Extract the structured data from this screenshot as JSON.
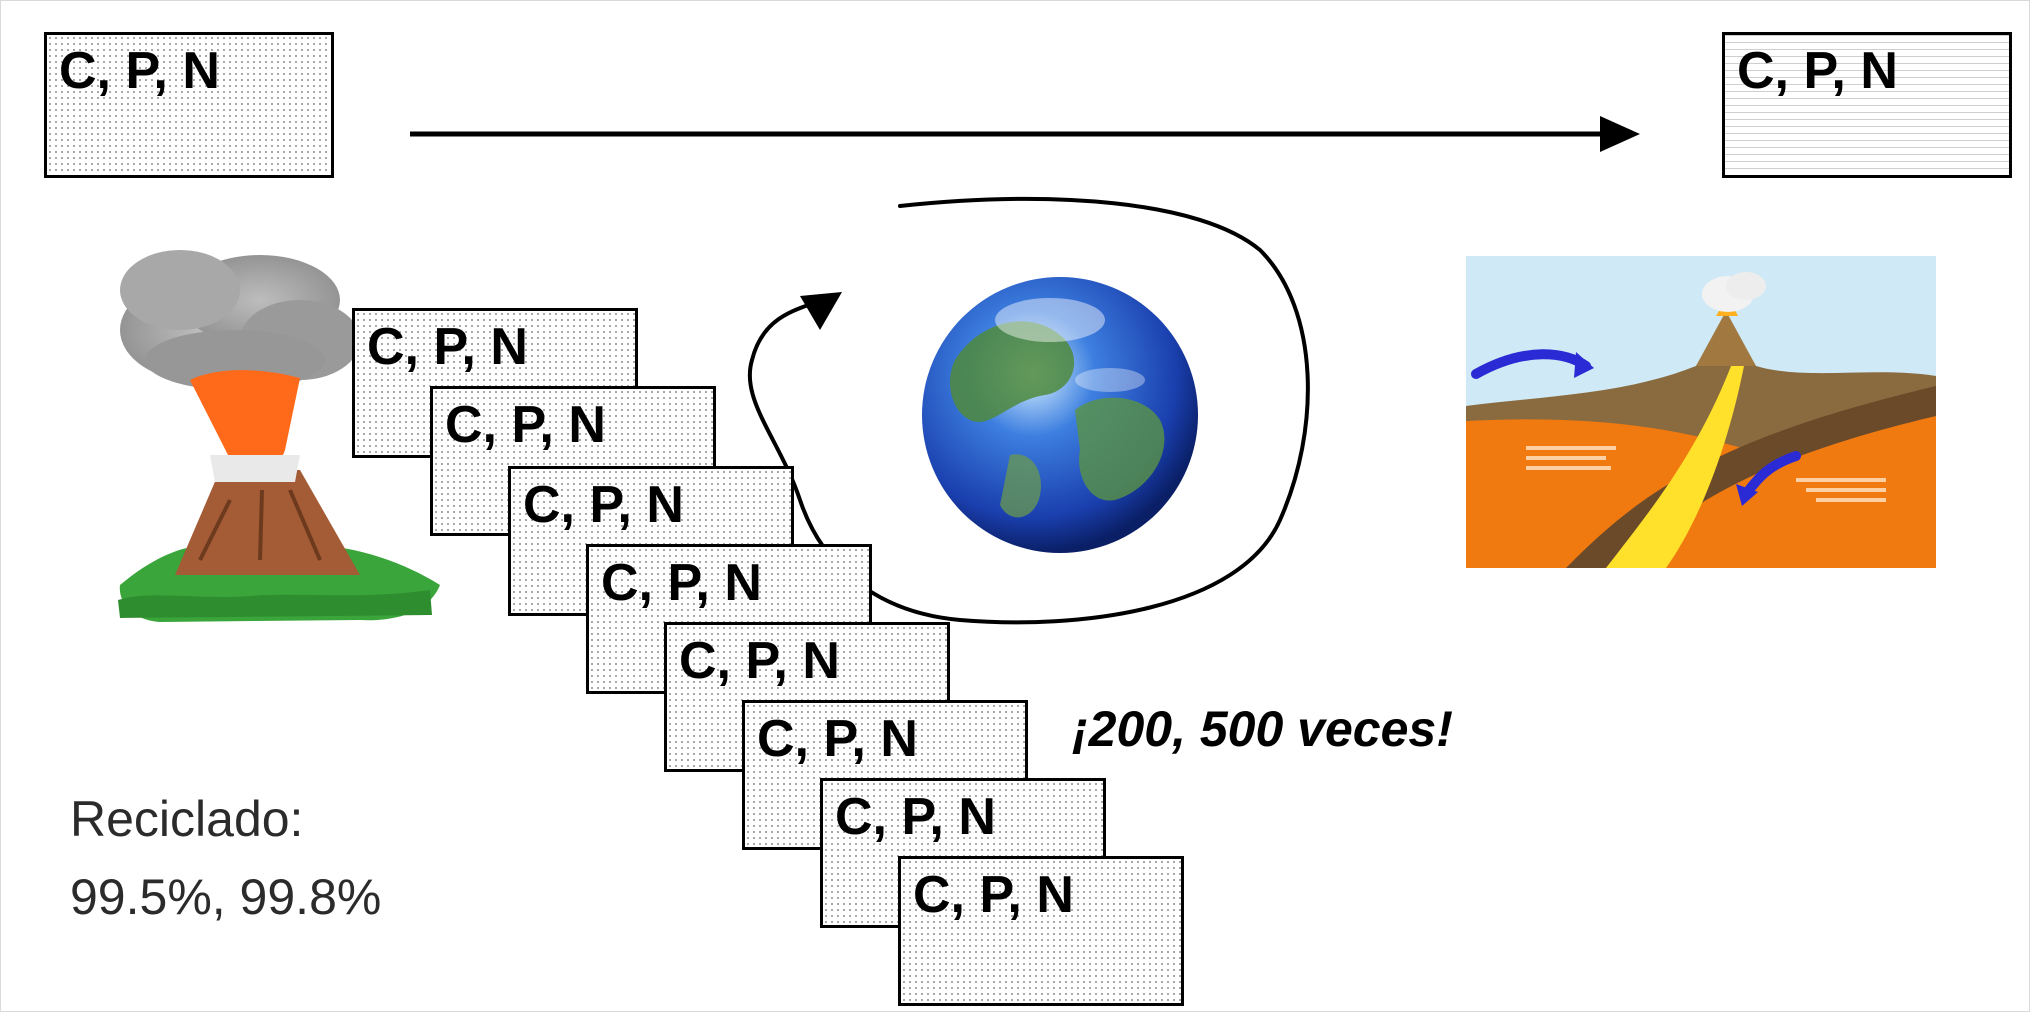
{
  "diagram": {
    "top_left_box": {
      "label": "C, P, N"
    },
    "top_right_box": {
      "label": "C, P, N"
    },
    "stacked_boxes": [
      {
        "label": "C, P, N"
      },
      {
        "label": "C, P, N"
      },
      {
        "label": "C, P, N"
      },
      {
        "label": "C, P, N"
      },
      {
        "label": "C, P, N"
      },
      {
        "label": "C, P, N"
      },
      {
        "label": "C, P, N"
      },
      {
        "label": "C, P, N"
      }
    ],
    "times_label": "¡200, 500 veces!",
    "recycling_title": "Reciclado:",
    "recycling_values": "99.5%, 99.8%"
  },
  "colors": {
    "box_border": "#000000",
    "volcano_lava": "#ff6a1a",
    "volcano_smoke": "#9e9e9e",
    "grass": "#3aa53a",
    "earth_ocean": "#2a5fd6",
    "earth_land": "#4a8a3a",
    "subduction_sky": "#cfe9f6",
    "subduction_mantle": "#f07a10",
    "subduction_arrow": "#2b2bd6"
  }
}
